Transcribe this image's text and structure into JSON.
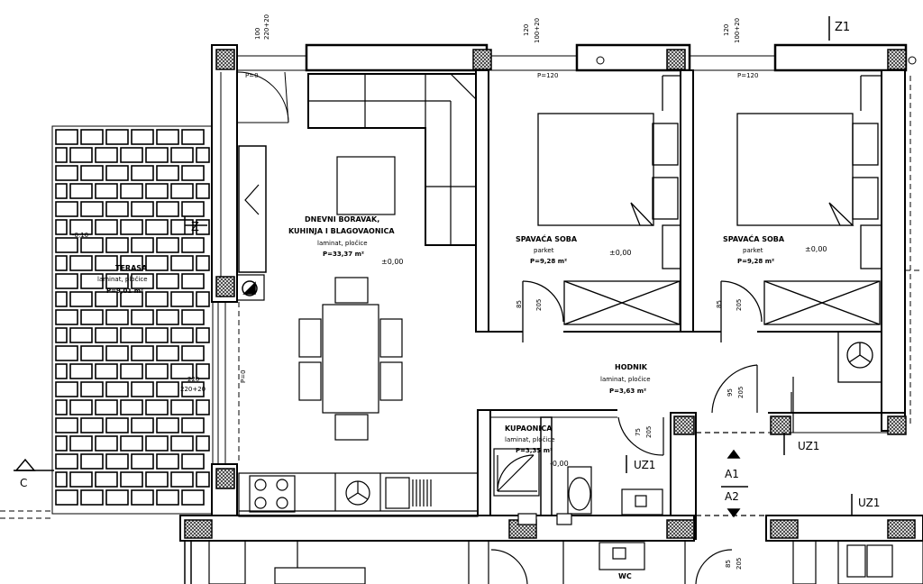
{
  "dimensions": {
    "top_left": {
      "height": "100",
      "width": "220+20"
    },
    "top_mid": {
      "height": "120",
      "width": "100+20"
    },
    "top_right": {
      "height": "120",
      "width": "100+20"
    },
    "terrace": {
      "height": "220",
      "width": "220+20"
    }
  },
  "sill_heights": {
    "living": "P=0",
    "bedroom1": "P=120",
    "bedroom2": "P=120",
    "entrance_side": "P=0"
  },
  "door_marks": {
    "bedroom1": {
      "width": "85",
      "height": "205"
    },
    "bedroom2": {
      "width": "85",
      "height": "205"
    },
    "hallway": {
      "width": "95",
      "height": "205"
    },
    "bathroom": {
      "width": "75",
      "height": "205"
    },
    "lower": {
      "width": "85",
      "height": "205"
    }
  },
  "rooms": {
    "living": {
      "name": "DNEVNI BORAVAK,",
      "name2": "KUHINJA I BLAGOVAONICA",
      "floor": "laminat, pločice",
      "area": "P=33,37 m²",
      "level": "±0,00"
    },
    "bedroom1": {
      "name": "SPAVAĆA SOBA",
      "floor": "parket",
      "area": "P=9,28 m²",
      "level": "±0,00"
    },
    "bedroom2": {
      "name": "SPAVAĆA SOBA",
      "floor": "parket",
      "area": "P=9,28 m²",
      "level": "±0,00"
    },
    "hallway": {
      "name": "HODNIK",
      "floor": "laminat, pločice",
      "area": "P=3,63 m²"
    },
    "bathroom": {
      "name": "KUPAONICA",
      "floor": "laminat, pločice",
      "area": "P=3,35 m²",
      "level": "-0,00"
    },
    "terrace": {
      "name": "TERASA",
      "floor": "laminat, pločice",
      "area": "P=9,01 m²",
      "level": "-0,10"
    },
    "wc": {
      "name": "WC"
    }
  },
  "section_marks": {
    "z1": "Z1",
    "z_left": "Z",
    "c": "C",
    "uz1_a": "UZ1",
    "uz1_b": "UZ1",
    "uz1_c": "UZ1",
    "a1": "A1",
    "a2": "A2"
  },
  "colors": {
    "line": "#000000",
    "hatch": "#555555"
  }
}
